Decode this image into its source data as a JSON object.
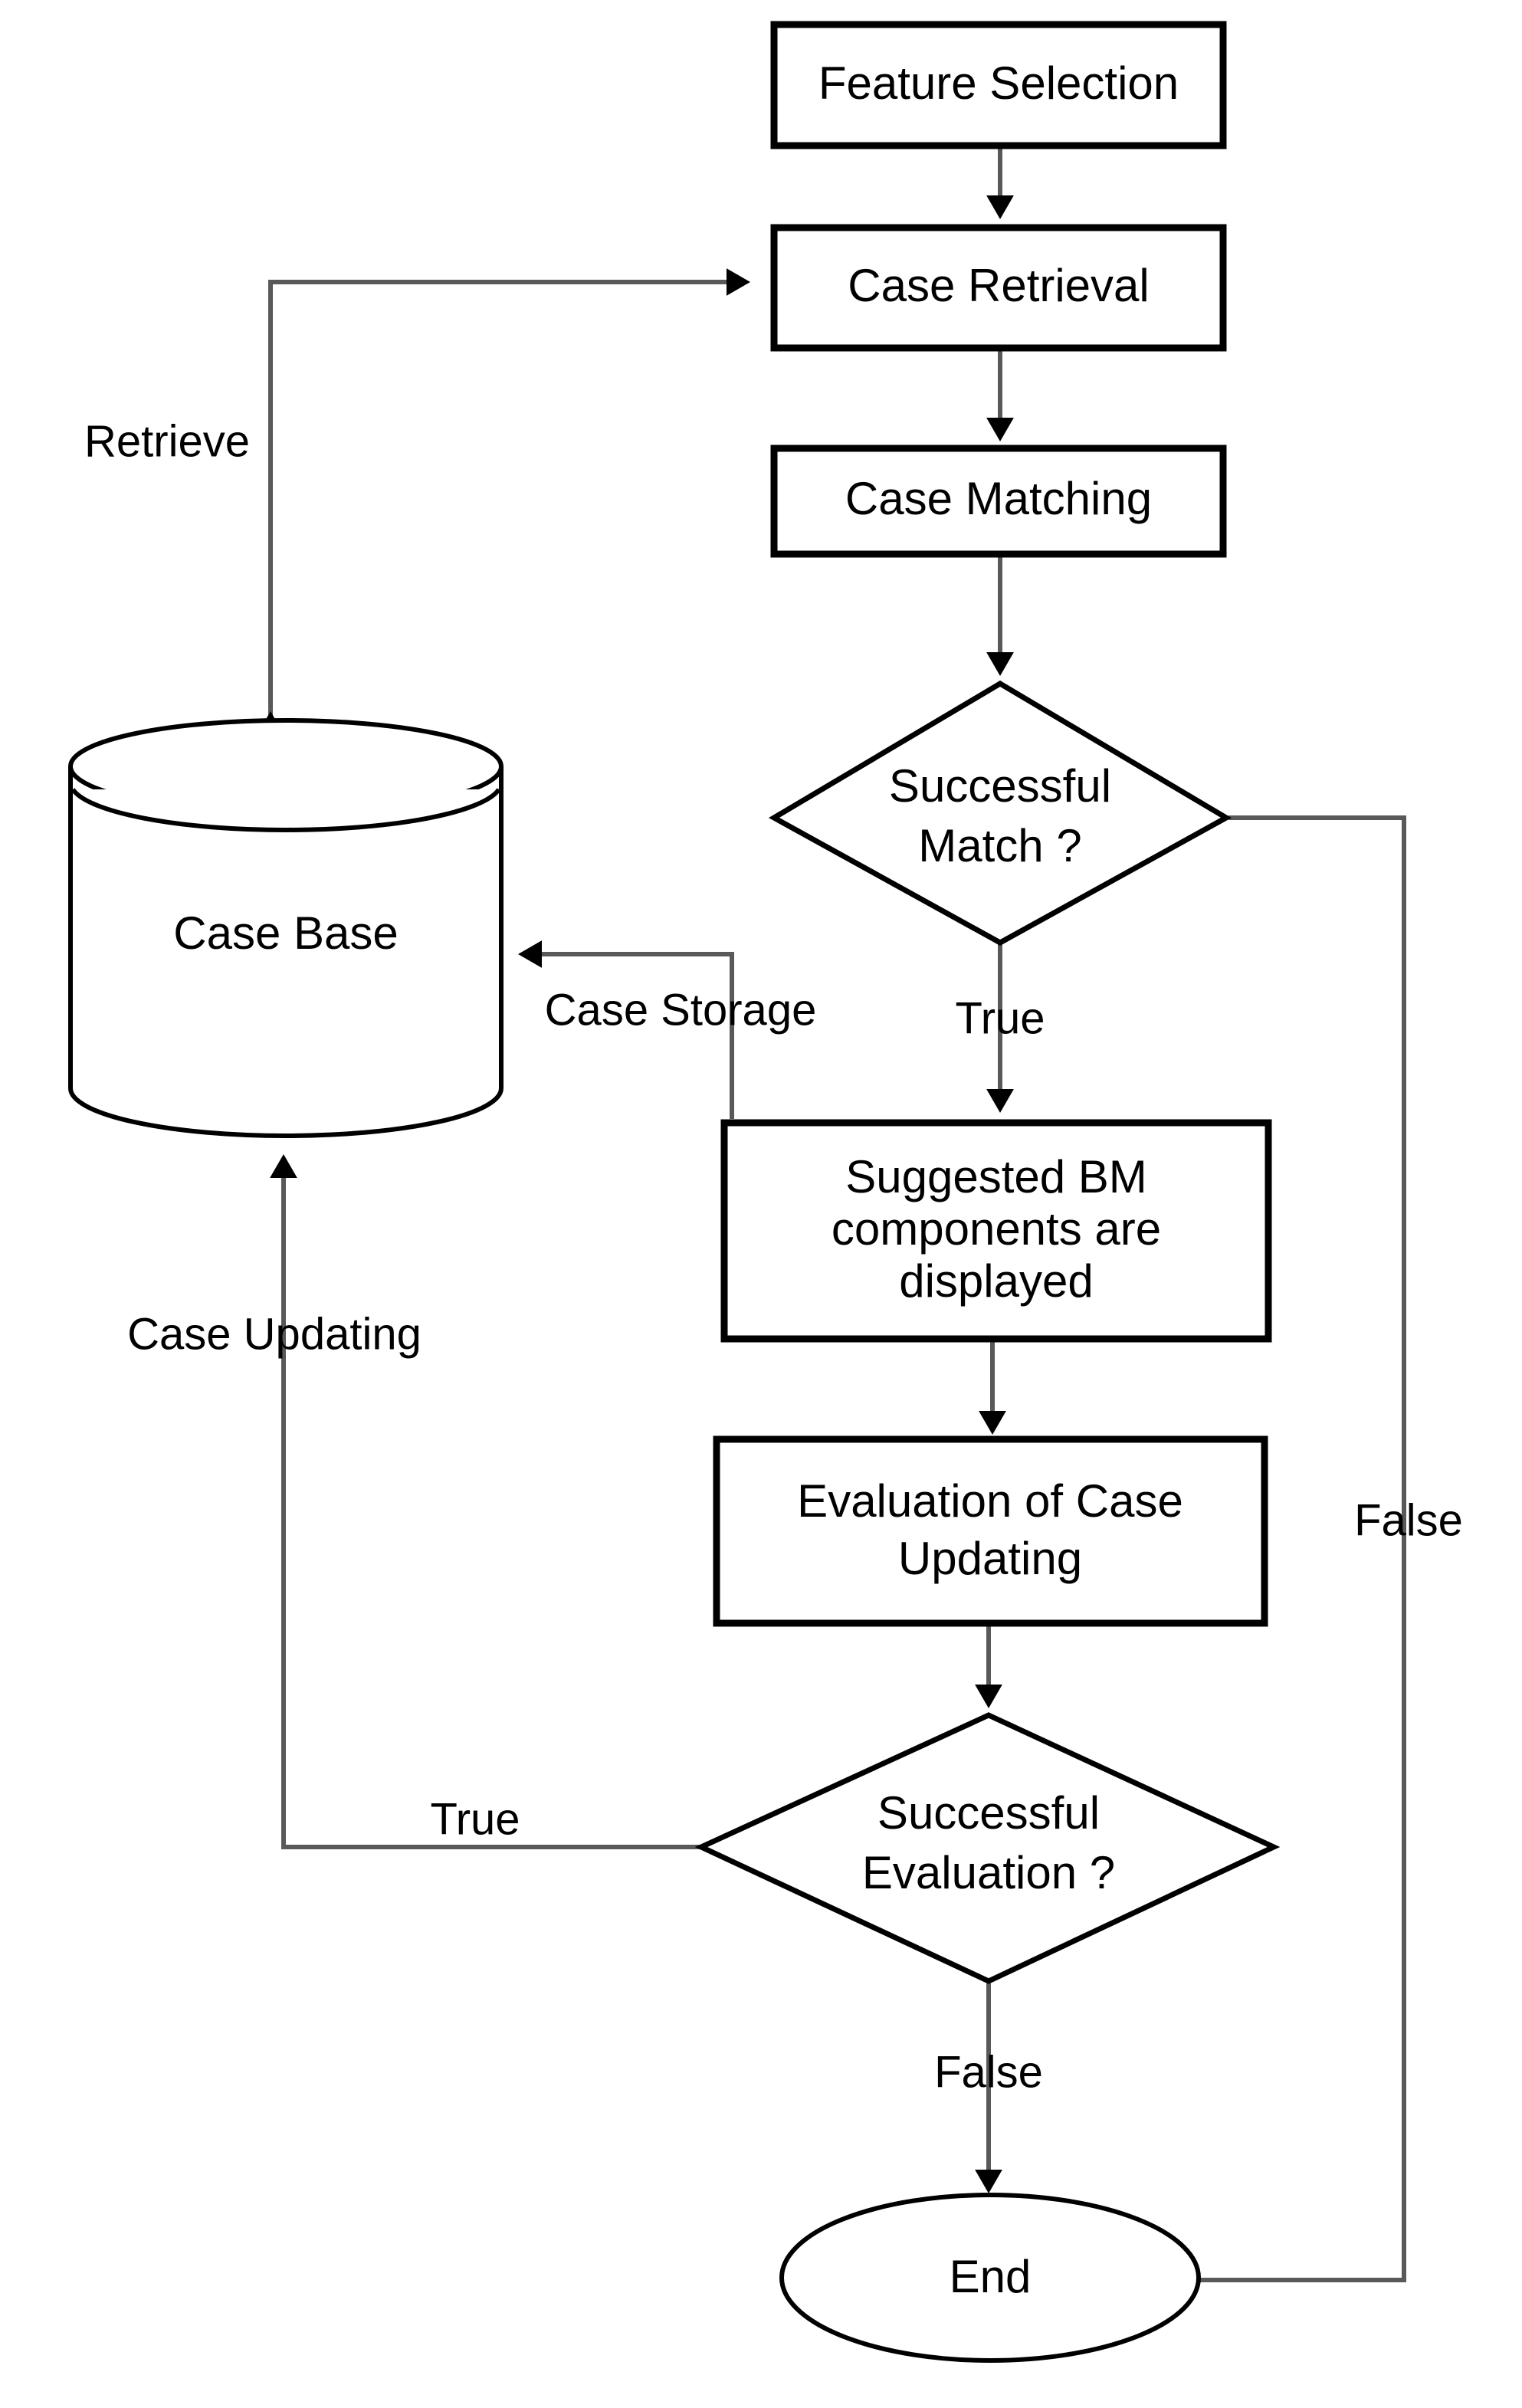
{
  "diagram": {
    "title": "Case-Based Reasoning flowchart",
    "colors": {
      "shape_stroke": "#000000",
      "shape_fill": "#ffffff",
      "edge_stroke": "#595959",
      "arrowhead": "#000000",
      "background": "#ffffff"
    },
    "nodes": {
      "feature_selection": {
        "label": "Feature Selection",
        "shape": "rectangle"
      },
      "case_retrieval": {
        "label": "Case Retrieval",
        "shape": "rectangle"
      },
      "case_matching": {
        "label": "Case Matching",
        "shape": "rectangle"
      },
      "successful_match": {
        "label_line1": "Successful",
        "label_line2": "Match ?",
        "shape": "diamond"
      },
      "case_base": {
        "label": "Case Base",
        "shape": "cylinder"
      },
      "suggested_bm": {
        "label_line1": "Suggested BM",
        "label_line2": "components are",
        "label_line3": "displayed",
        "shape": "rectangle"
      },
      "evaluation_case_updating": {
        "label_line1": "Evaluation of Case",
        "label_line2": "Updating",
        "shape": "rectangle"
      },
      "successful_evaluation": {
        "label_line1": "Successful",
        "label_line2": "Evaluation ?",
        "shape": "diamond"
      },
      "end": {
        "label": "End",
        "shape": "ellipse"
      }
    },
    "edge_labels": {
      "retrieve": "Retrieve",
      "case_storage": "Case Storage",
      "case_updating": "Case Updating",
      "match_true": "True",
      "match_false": "False",
      "eval_true": "True",
      "eval_false": "False"
    }
  }
}
